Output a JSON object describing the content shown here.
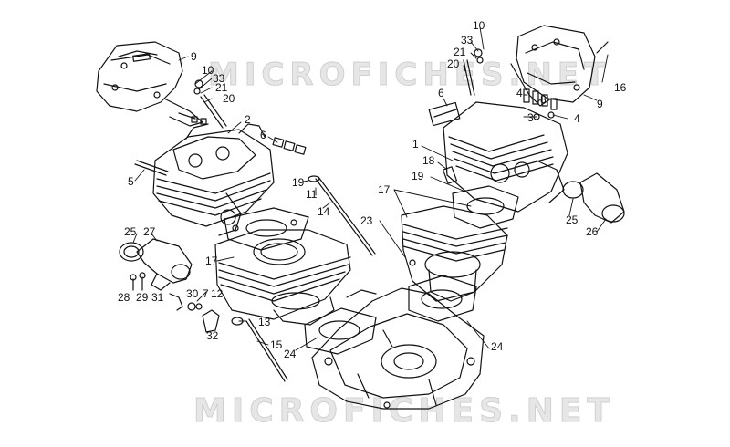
{
  "watermark": {
    "text_top": "MICROFICHES.NET",
    "text_bottom": "MICROFICHES.NET"
  },
  "colors": {
    "line": "#111111",
    "watermark": "#e6e6e6",
    "background": "#ffffff"
  },
  "callouts": [
    {
      "id": "9a",
      "text": "9"
    },
    {
      "id": "10a",
      "text": "10"
    },
    {
      "id": "33a",
      "text": "33"
    },
    {
      "id": "21a",
      "text": "21"
    },
    {
      "id": "20a",
      "text": "20"
    },
    {
      "id": "2",
      "text": "2"
    },
    {
      "id": "6a",
      "text": "6"
    },
    {
      "id": "5",
      "text": "5"
    },
    {
      "id": "19a",
      "text": "19"
    },
    {
      "id": "11",
      "text": "11"
    },
    {
      "id": "14",
      "text": "14"
    },
    {
      "id": "25a",
      "text": "25"
    },
    {
      "id": "27",
      "text": "27"
    },
    {
      "id": "17a",
      "text": "17"
    },
    {
      "id": "28",
      "text": "28"
    },
    {
      "id": "29",
      "text": "29"
    },
    {
      "id": "31",
      "text": "31"
    },
    {
      "id": "30",
      "text": "30"
    },
    {
      "id": "7",
      "text": "7"
    },
    {
      "id": "12",
      "text": "12"
    },
    {
      "id": "13",
      "text": "13"
    },
    {
      "id": "32",
      "text": "32"
    },
    {
      "id": "15",
      "text": "15"
    },
    {
      "id": "24a",
      "text": "24"
    },
    {
      "id": "23",
      "text": "23"
    },
    {
      "id": "24b",
      "text": "24"
    },
    {
      "id": "10b",
      "text": "10"
    },
    {
      "id": "33b",
      "text": "33"
    },
    {
      "id": "21b",
      "text": "21"
    },
    {
      "id": "20b",
      "text": "20"
    },
    {
      "id": "16",
      "text": "16"
    },
    {
      "id": "6b",
      "text": "6"
    },
    {
      "id": "4a",
      "text": "4"
    },
    {
      "id": "8",
      "text": "8"
    },
    {
      "id": "9b",
      "text": "9"
    },
    {
      "id": "3",
      "text": "3"
    },
    {
      "id": "4b",
      "text": "4"
    },
    {
      "id": "1",
      "text": "1"
    },
    {
      "id": "18",
      "text": "18"
    },
    {
      "id": "19b",
      "text": "19"
    },
    {
      "id": "17b",
      "text": "17"
    },
    {
      "id": "25b",
      "text": "25"
    },
    {
      "id": "26",
      "text": "26"
    }
  ]
}
